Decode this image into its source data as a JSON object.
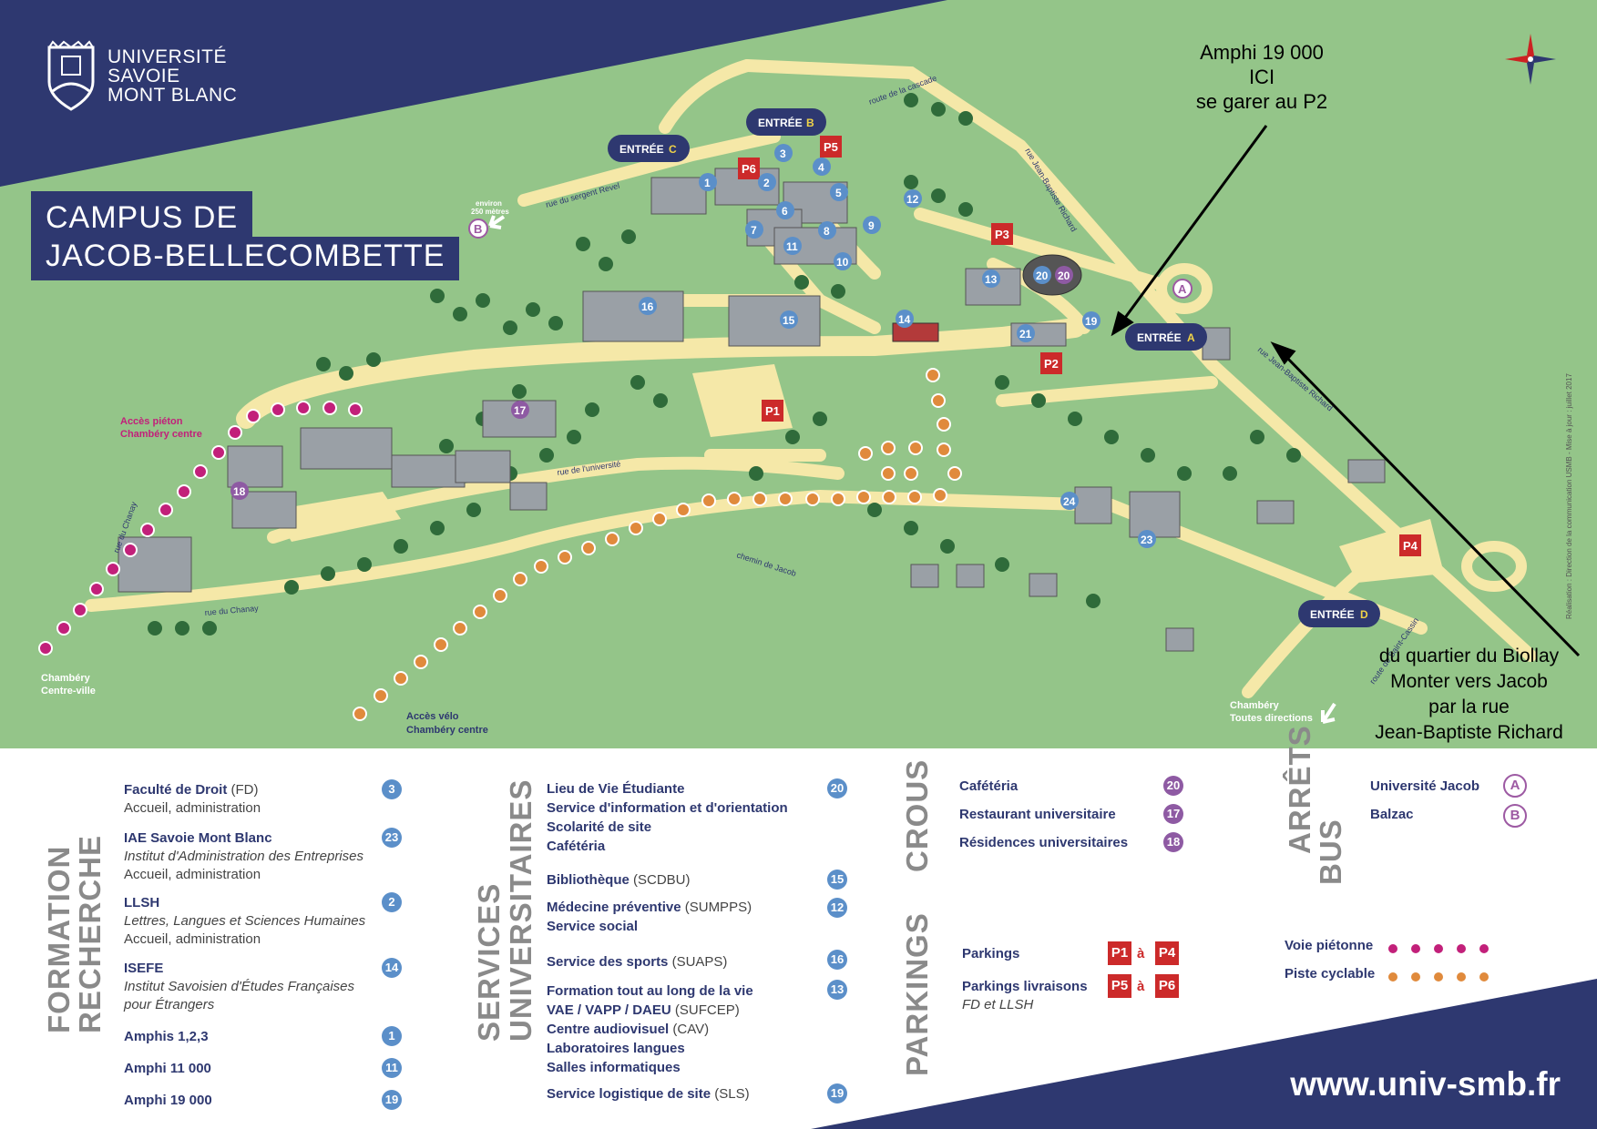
{
  "colors": {
    "navy": "#2e3870",
    "map_green": "#94c589",
    "road": "#f5e8a8",
    "parking_red": "#cc2a2a",
    "marker_blue": "#5b8fc9",
    "marker_purple": "#8e5aa3",
    "pedestrian_dot": "#c2207a",
    "bike_dot": "#e08a3c"
  },
  "header": {
    "logo_line1": "UNIVERSITÉ",
    "logo_line2": "SAVOIE",
    "logo_line3": "MONT BLANC",
    "title_line1": "CAMPUS DE",
    "title_line2": "JACOB-BELLECOMBETTE",
    "compass_icon": "compass-rose-icon"
  },
  "annotations": {
    "top_right": [
      "Amphi 19 000",
      "ICI",
      "se garer au P2"
    ],
    "bottom_right": [
      "du quartier du Biollay",
      "Monter vers Jacob",
      "par la rue",
      "Jean-Baptiste Richard"
    ]
  },
  "map": {
    "entrances": {
      "a_prefix": "ENTRÉE",
      "a": "A",
      "b": "B",
      "c": "C",
      "d": "D"
    },
    "parkings": [
      "P1",
      "P2",
      "P3",
      "P4",
      "P5",
      "P6"
    ],
    "streets": {
      "sergent_revel": "rue du sergent Revel",
      "cascade": "route de la cascade",
      "jb_richard": "rue Jean-Baptiste Richard",
      "universite": "rue de l'université",
      "chanay_v": "rue du Chanay",
      "chanay_h": "rue du Chanay",
      "chemin_jacob": "chemin de Jacob",
      "saint_cassin": "route de Saint-Cassin"
    },
    "labels": {
      "acces_pieton": "Accès piéton",
      "chambery_centre": "Chambéry centre",
      "chambery_cv1": "Chambéry",
      "chambery_cv2": "Centre-ville",
      "acces_velo": "Accès vélo",
      "velo_centre": "Chambéry centre",
      "environ1": "environ",
      "environ2": "250 mètres",
      "chambery_td1": "Chambéry",
      "chambery_td2": "Toutes directions",
      "credit": "Réalisation : Direction de la communication USMB - Mise à jour : juillet 2017"
    },
    "bus_stops": [
      "A",
      "B"
    ]
  },
  "legend": {
    "formation": {
      "title1": "FORMATION",
      "title2": "RECHERCHE",
      "items": [
        {
          "name": "Faculté de Droit",
          "extra": " (FD)",
          "sub": "Accueil, administration",
          "num": "3"
        },
        {
          "name": "IAE Savoie Mont Blanc",
          "italic": "Institut d'Administration des Entreprises",
          "sub": "Accueil, administration",
          "num": "23"
        },
        {
          "name": "LLSH",
          "italic": "Lettres, Langues et Sciences Humaines",
          "sub": "Accueil, administration",
          "num": "2"
        },
        {
          "name": "ISEFE",
          "italic": "Institut Savoisien d'Études Françaises",
          "italic2": "pour Étrangers",
          "num": "14"
        },
        {
          "name": "Amphis 1,2,3",
          "num": "1"
        },
        {
          "name": "Amphi 11 000",
          "num": "11"
        },
        {
          "name": "Amphi 19 000",
          "num": "19"
        }
      ]
    },
    "services": {
      "title1": "SERVICES",
      "title2": "UNIVERSITAIRES",
      "items": [
        {
          "lines": [
            "Lieu de Vie Étudiante",
            "Service d'information et d'orientation",
            "Scolarité de site",
            "Cafétéria"
          ],
          "num": "20"
        },
        {
          "lines": [
            "Bibliothèque"
          ],
          "extra": " (SCDBU)",
          "num": "15"
        },
        {
          "lines": [
            "Médecine préventive",
            "Service social"
          ],
          "extra": " (SUMPPS)",
          "num": "12"
        },
        {
          "lines": [
            "Service des sports"
          ],
          "extra": " (SUAPS)",
          "num": "16"
        },
        {
          "lines": [
            "Formation tout au long de la vie",
            "VAE / VAPP / DAEU",
            "Centre audiovisuel",
            "Laboratoires langues",
            "Salles informatiques"
          ],
          "extra1": " (SUFCEP)",
          "extra2": " (CAV)",
          "num": "13"
        },
        {
          "lines": [
            "Service logistique de site"
          ],
          "extra": " (SLS)",
          "num": "19"
        }
      ]
    },
    "crous": {
      "title": "CROUS",
      "items": [
        {
          "label": "Cafétéria",
          "num": "20"
        },
        {
          "label": "Restaurant universitaire",
          "num": "17"
        },
        {
          "label": "Résidences universitaires",
          "num": "18"
        }
      ]
    },
    "parkings": {
      "title": "PARKINGS",
      "items": [
        {
          "label": "Parkings",
          "from": "P1",
          "a": "à",
          "to": "P4"
        },
        {
          "label": "Parkings livraisons",
          "sub": "FD et LLSH",
          "from": "P5",
          "a": "à",
          "to": "P6"
        }
      ]
    },
    "arrets": {
      "title1": "ARRÊTS",
      "title2": "BUS",
      "items": [
        {
          "label": "Université Jacob",
          "stop": "A"
        },
        {
          "label": "Balzac",
          "stop": "B"
        }
      ]
    },
    "ways": [
      {
        "label": "Voie piétonne"
      },
      {
        "label": "Piste cyclable"
      }
    ],
    "url": "www.univ-smb.fr"
  }
}
